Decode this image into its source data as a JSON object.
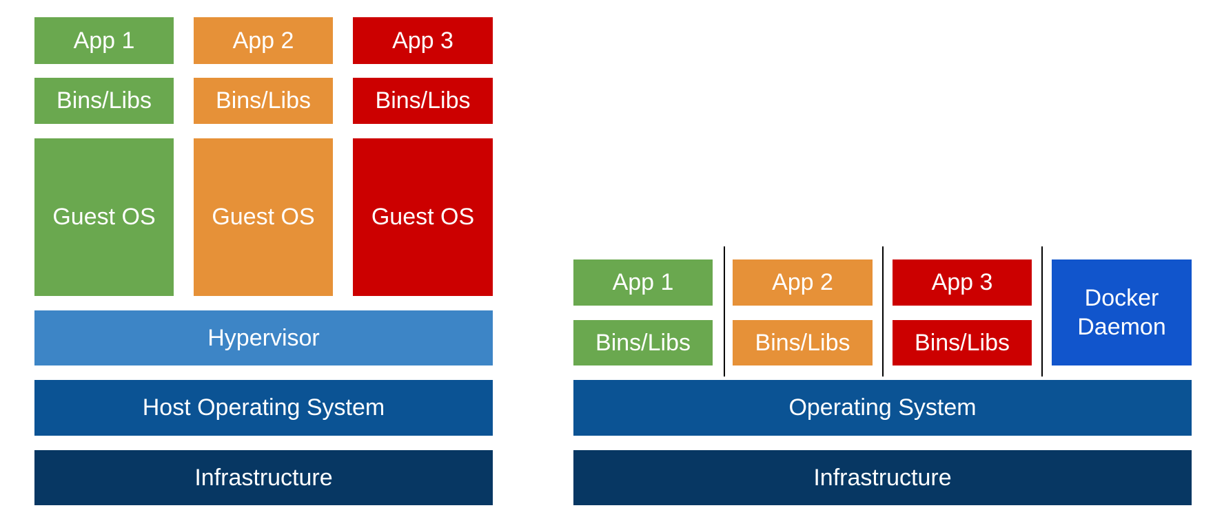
{
  "vm_stack": {
    "apps": [
      "App 1",
      "App 2",
      "App 3"
    ],
    "bins": [
      "Bins/Libs",
      "Bins/Libs",
      "Bins/Libs"
    ],
    "guest_os": [
      "Guest OS",
      "Guest OS",
      "Guest OS"
    ],
    "hypervisor": "Hypervisor",
    "host_os": "Host Operating System",
    "infrastructure": "Infrastructure"
  },
  "container_stack": {
    "apps": [
      "App 1",
      "App 2",
      "App 3"
    ],
    "bins": [
      "Bins/Libs",
      "Bins/Libs",
      "Bins/Libs"
    ],
    "docker_daemon": "Docker\nDaemon",
    "os": "Operating System",
    "infrastructure": "Infrastructure"
  },
  "colors": {
    "app1": "#6aa84f",
    "app2": "#e69138",
    "app3": "#cc0000",
    "hypervisor": "#3d85c6",
    "operating_system": "#0b5394",
    "infrastructure": "#073763",
    "docker_daemon": "#1155cc"
  }
}
